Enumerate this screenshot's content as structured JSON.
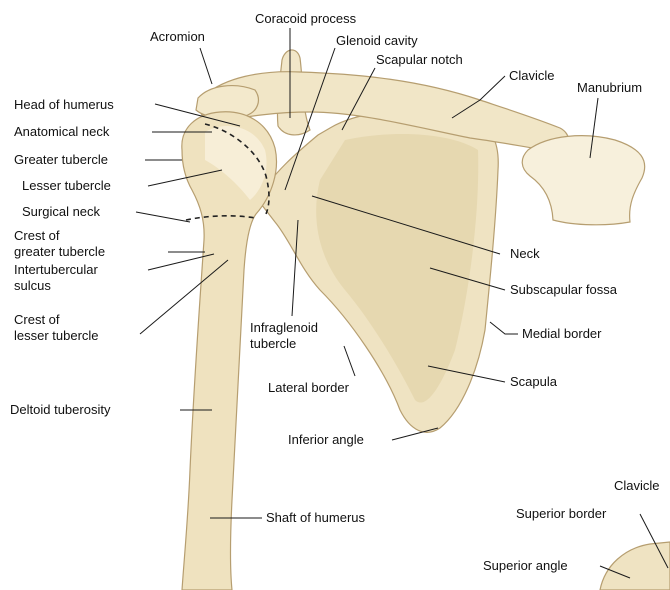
{
  "colors": {
    "bone_fill": "#efe3c2",
    "bone_shade": "#dccb9e",
    "bone_outline": "#b69e70",
    "leader_line": "#1a1a1a",
    "label_text": "#111111"
  },
  "labels": {
    "coracoid_process": "Coracoid process",
    "acromion": "Acromion",
    "glenoid_cavity": "Glenoid cavity",
    "scapular_notch": "Scapular notch",
    "clavicle": "Clavicle",
    "manubrium": "Manubrium",
    "head_of_humerus": "Head of humerus",
    "anatomical_neck": "Anatomical neck",
    "greater_tubercle": "Greater tubercle",
    "lesser_tubercle": "Lesser tubercle",
    "surgical_neck": "Surgical neck",
    "crest_greater_line1": "Crest of",
    "crest_greater_line2": "greater tubercle",
    "intertubercular_line1": "Intertubercular",
    "intertubercular_line2": "sulcus",
    "crest_lesser_line1": "Crest of",
    "crest_lesser_line2": "lesser tubercle",
    "infraglenoid_line1": "Infraglenoid",
    "infraglenoid_line2": "tubercle",
    "neck": "Neck",
    "subscapular_fossa": "Subscapular fossa",
    "medial_border": "Medial border",
    "scapula": "Scapula",
    "lateral_border": "Lateral border",
    "deltoid_tuberosity": "Deltoid tuberosity",
    "inferior_angle": "Inferior angle",
    "shaft_of_humerus": "Shaft of humerus",
    "clavicle_2": "Clavicle",
    "superior_border": "Superior border",
    "superior_angle": "Superior angle"
  }
}
